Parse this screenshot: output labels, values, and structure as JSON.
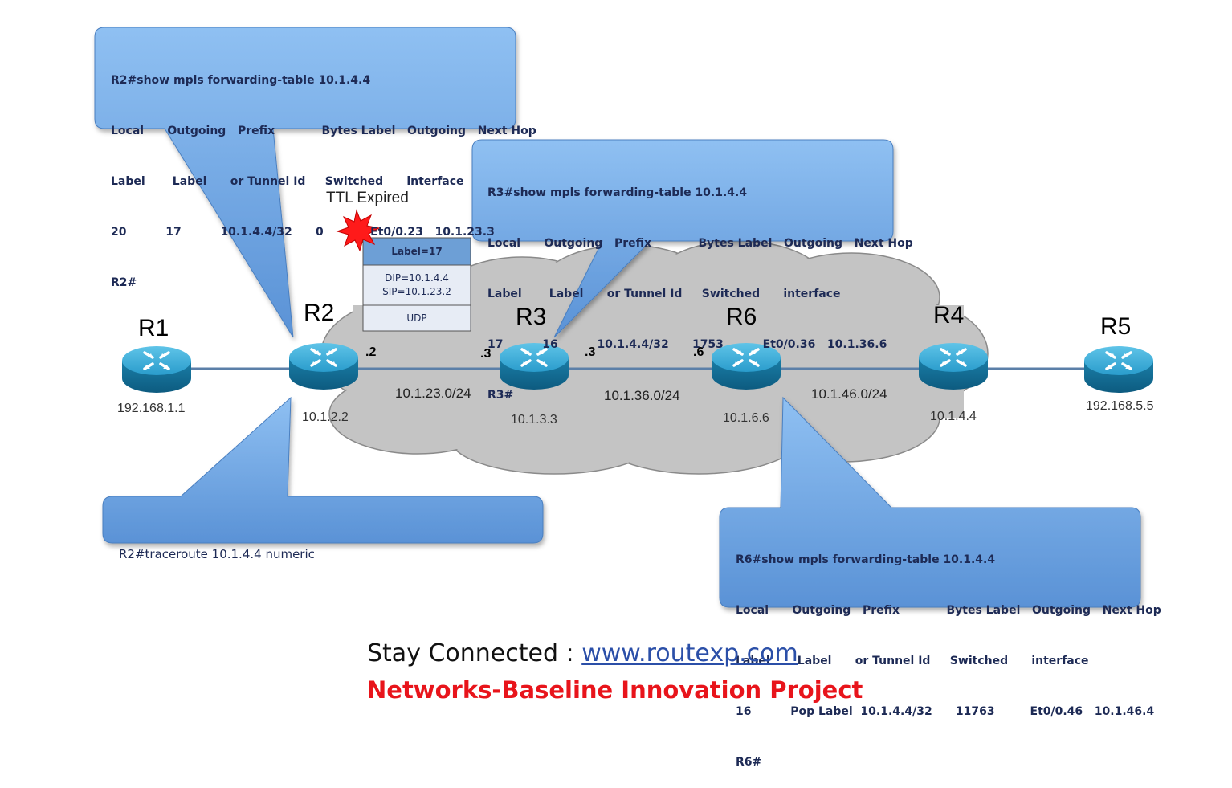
{
  "routers": [
    {
      "name": "R1",
      "ip": "192.168.1.1"
    },
    {
      "name": "R2",
      "ip": "10.1.2.2"
    },
    {
      "name": "R3",
      "ip": "10.1.3.3"
    },
    {
      "name": "R6",
      "ip": "10.1.6.6"
    },
    {
      "name": "R4",
      "ip": "10.1.4.4"
    },
    {
      "name": "R5",
      "ip": "192.168.5.5"
    }
  ],
  "interfaces": [
    ".2",
    ".3",
    ".3",
    ".6"
  ],
  "networks": [
    "10.1.23.0/24",
    "10.1.36.0/24",
    "10.1.46.0/24"
  ],
  "ttl_label": "TTL Expired",
  "packet": {
    "label": "Label=17",
    "dip": "DIP=10.1.4.4",
    "sip": "SIP=10.1.23.2",
    "proto": "UDP"
  },
  "callouts": {
    "r2": {
      "lines": [
        "R2#show mpls forwarding-table 10.1.4.4",
        "Local      Outgoing   Prefix            Bytes Label   Outgoing   Next Hop",
        "Label       Label      or Tunnel Id     Switched      interface",
        "20          17          10.1.4.4/32      0            Et0/0.23   10.1.23.3",
        "R2#"
      ]
    },
    "r3": {
      "lines": [
        "R3#show mpls forwarding-table 10.1.4.4",
        "Local      Outgoing   Prefix            Bytes Label   Outgoing   Next Hop",
        "Label       Label      or Tunnel Id     Switched      interface",
        "17          16          10.1.4.4/32      1753          Et0/0.36   10.1.36.6",
        "R3#"
      ]
    },
    "r6": {
      "lines": [
        "R6#show mpls forwarding-table 10.1.4.4",
        "Local      Outgoing   Prefix            Bytes Label   Outgoing   Next Hop",
        "Label       Label      or Tunnel Id     Switched      interface",
        "16          Pop Label  10.1.4.4/32      11763         Et0/0.46   10.1.46.4",
        "R6#"
      ]
    },
    "traceroute": {
      "lines": [
        "R2#traceroute 10.1.4.4 numeric"
      ]
    }
  },
  "footer": {
    "prefix": "Stay Connected : ",
    "link": "www.routexp.com",
    "project": "Networks-Baseline Innovation Project"
  },
  "colors": {
    "callout": "#6fa6e3",
    "cloud": "#c4c4c4",
    "router": "#1f8fb8",
    "footer_red": "#e8141b"
  }
}
